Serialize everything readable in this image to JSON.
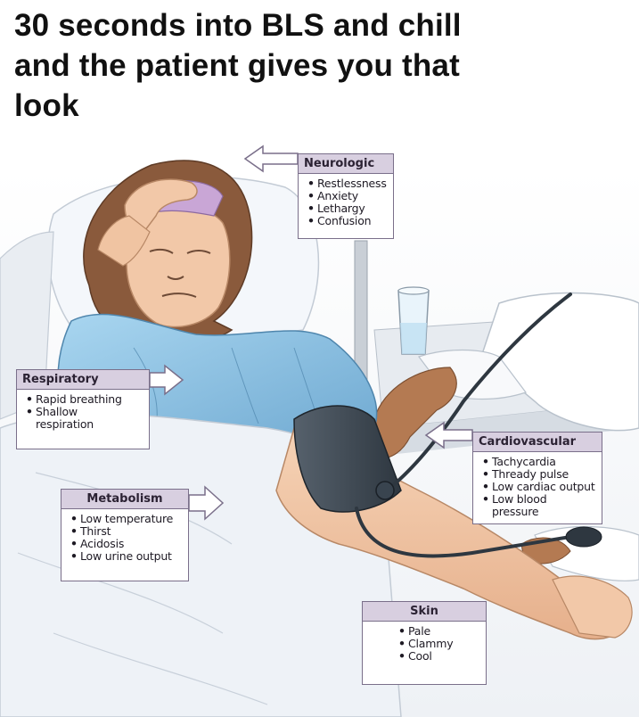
{
  "caption": {
    "line1": "30 seconds into BLS and chill",
    "line2": "and the patient gives you that",
    "line3": "look"
  },
  "panels": {
    "neurologic": {
      "title": "Neurologic",
      "items": [
        "Restlessness",
        "Anxiety",
        "Lethargy",
        "Confusion"
      ]
    },
    "respiratory": {
      "title": "Respiratory",
      "items": [
        "Rapid breathing",
        "Shallow",
        "respiration"
      ]
    },
    "cardiovascular": {
      "title": "Cardiovascular",
      "items": [
        "Tachycardia",
        "Thready pulse",
        "Low cardiac output",
        "Low blood pressure"
      ]
    },
    "metabolism": {
      "title": "Metabolism",
      "items": [
        "Low temperature",
        "Thirst",
        "Acidosis",
        "Low urine output"
      ]
    },
    "skin": {
      "title": "Skin",
      "items": [
        "Pale",
        "Clammy",
        "Cool"
      ]
    }
  },
  "colors": {
    "panel_header": "#d8cfe0",
    "panel_border": "#7a6f8a",
    "gown": "#8fc6e6",
    "hair": "#8a5a3c",
    "skin": "#f2c8a8",
    "cuff": "#3f4a55",
    "clinician_skin": "#b47a52",
    "bedding": "#eef2f7"
  },
  "icons": [
    "arrow-left-icon",
    "arrow-right-icon"
  ]
}
